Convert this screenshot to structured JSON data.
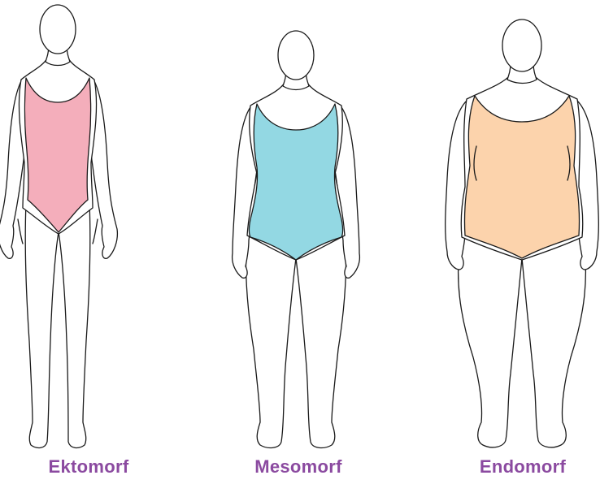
{
  "figures": [
    {
      "label": "Ektomorf",
      "suit_color": "#f4aebb"
    },
    {
      "label": "Mesomorf",
      "suit_color": "#93d8e3"
    },
    {
      "label": "Endomorf",
      "suit_color": "#fcd3ac"
    }
  ],
  "label_color": "#8b4aa0"
}
